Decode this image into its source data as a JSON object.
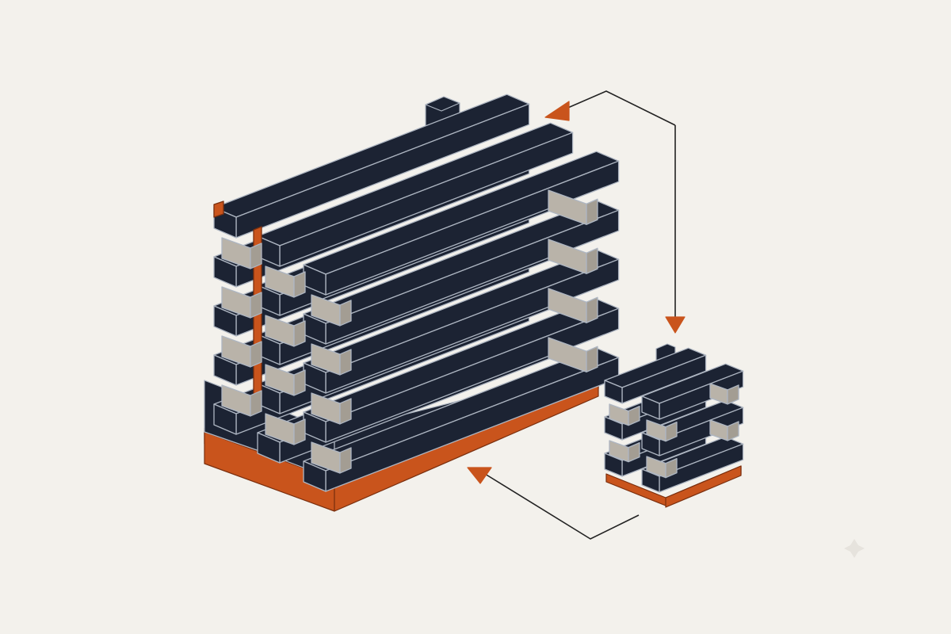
{
  "colors": {
    "background": "#f3f1ec",
    "beam_fill": "#1c2333",
    "beam_stroke": "#aeb6c2",
    "spacer_light": "#b9b3a9",
    "spacer_shade": "#a39d93",
    "base_dark": "#1c2333",
    "accent": "#c9541c",
    "arrow_stroke": "#222222"
  },
  "icons": {
    "large_stack": "large-beam-stack-icon",
    "small_stack": "small-beam-stack-icon",
    "arrow_top": "arrow-right-to-left-top-icon",
    "arrow_down": "arrow-down-icon",
    "arrow_bottom": "arrow-bottom-to-left-icon",
    "sparkle": "sparkle-icon"
  },
  "diagram": {
    "large_stack": {
      "columns": 3,
      "layers": 5
    },
    "small_stack": {
      "columns": 2,
      "layers": 3
    },
    "arrows": 3
  }
}
